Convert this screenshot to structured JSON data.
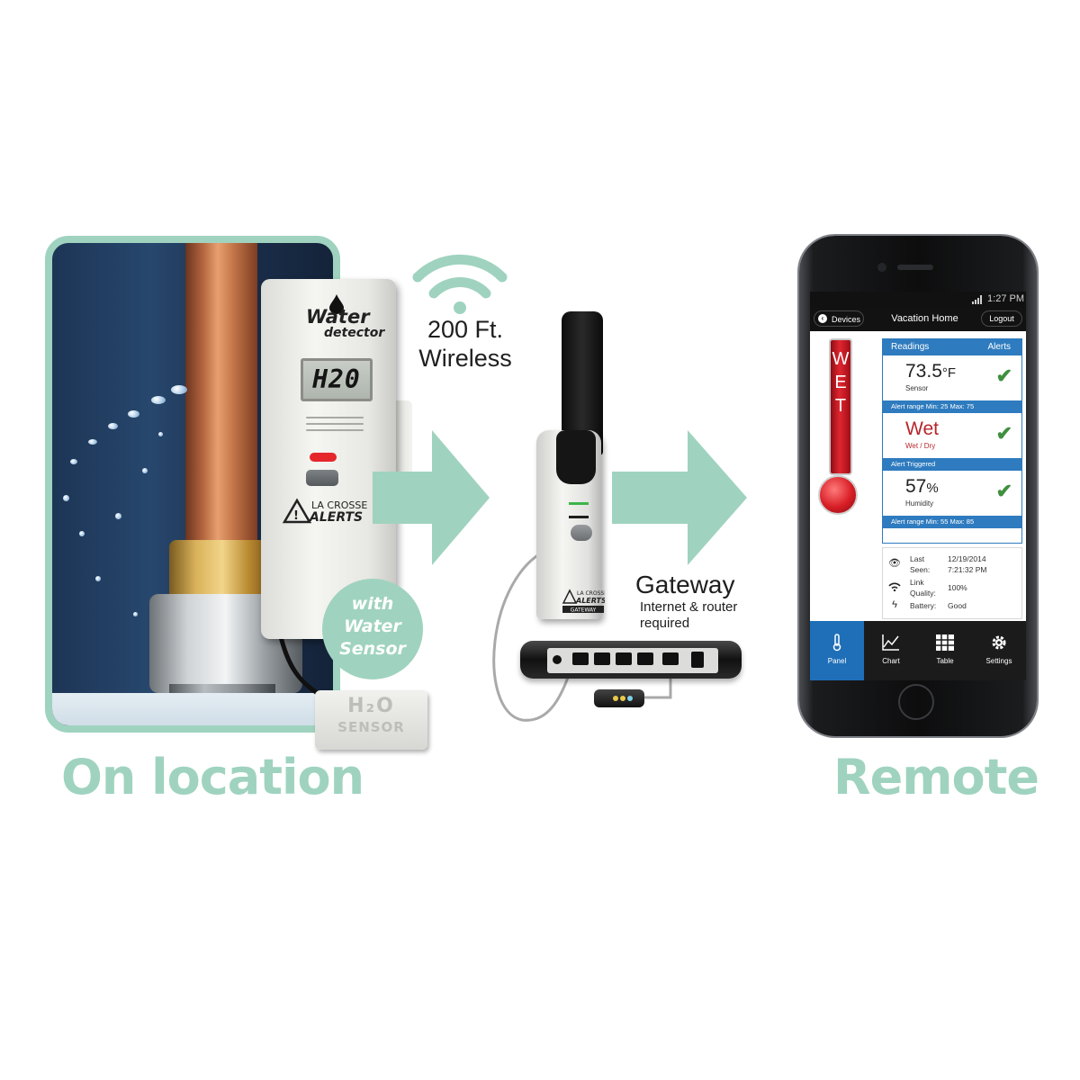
{
  "wireless": {
    "distance": "200 Ft.",
    "label": "Wireless"
  },
  "detector": {
    "brand_line1": "Water",
    "brand_line2": "detector",
    "lcd_text": "H20",
    "logo_text": "LA CROSSE ALERTS"
  },
  "badge": {
    "line1": "with",
    "line2": "Water",
    "line3": "Sensor"
  },
  "h2o_sensor": {
    "line1": "H₂O",
    "line2": "SENSOR"
  },
  "gateway": {
    "title": "Gateway",
    "subtitle_line1": "Internet & router",
    "subtitle_line2": "required",
    "device_label": "GATEWAY"
  },
  "captions": {
    "left": "On location",
    "right": "Remote"
  },
  "app": {
    "status_time": "1:27 PM",
    "nav": {
      "back_label": "Devices",
      "title": "Vacation Home",
      "logout_label": "Logout"
    },
    "thermometer_text": [
      "W",
      "E",
      "T"
    ],
    "panel_header": {
      "left": "Readings",
      "right": "Alerts"
    },
    "readings": [
      {
        "value": "73.5",
        "unit": "°F",
        "label": "Sensor",
        "alert_text": "Alert range Min: 25  Max: 75"
      },
      {
        "value": "Wet",
        "unit": "",
        "label": "Wet / Dry",
        "alert_text": "Alert Triggered"
      },
      {
        "value": "57",
        "unit": "%",
        "label": "Humidity",
        "alert_text": "Alert range Min: 55  Max: 85"
      }
    ],
    "info": {
      "last_seen_label": "Last Seen:",
      "last_seen_date": "12/19/2014",
      "last_seen_time": "7:21:32 PM",
      "link_quality_label": "Link Quality:",
      "link_quality_value": "100%",
      "battery_label": "Battery:",
      "battery_value": "Good"
    },
    "tabs": [
      {
        "label": "Panel",
        "icon": "thermometer-icon",
        "active": true
      },
      {
        "label": "Chart",
        "icon": "chart-icon",
        "active": false
      },
      {
        "label": "Table",
        "icon": "table-icon",
        "active": false
      },
      {
        "label": "Settings",
        "icon": "gear-icon",
        "active": false
      }
    ]
  },
  "colors": {
    "accent_mint": "#9fd3bf",
    "app_blue": "#2e7bbf",
    "alert_red": "#d81e26",
    "check_green": "#3f8f3f"
  }
}
